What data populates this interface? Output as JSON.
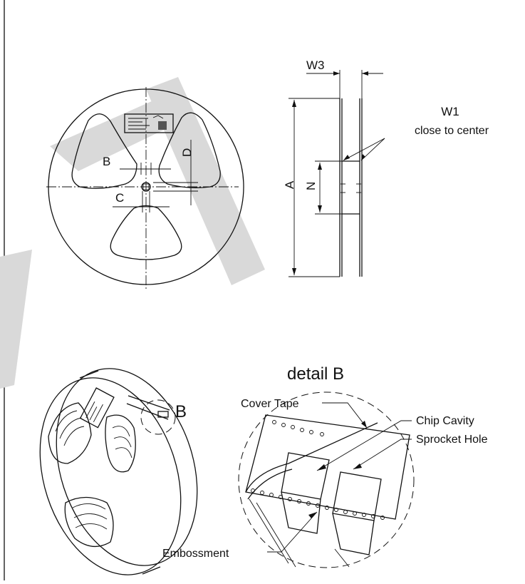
{
  "labels": {
    "W3": "W3",
    "W1": "W1",
    "W1_note": "close to center",
    "A": "A",
    "N": "N",
    "B": "B",
    "C": "C",
    "D": "D",
    "detail_marker": "B",
    "detail_title": "detail B",
    "cover_tape": "Cover Tape",
    "chip_cavity": "Chip Cavity",
    "sprocket_hole": "Sprocket Hole",
    "embossment": "Embossment"
  }
}
